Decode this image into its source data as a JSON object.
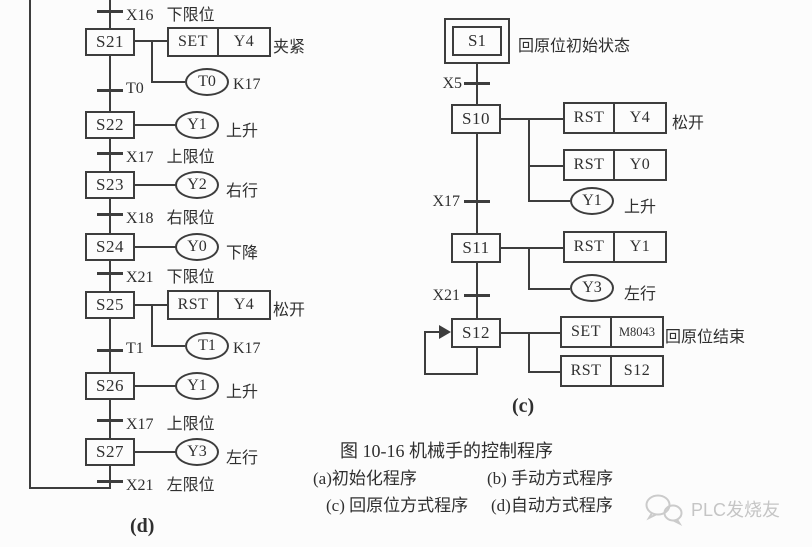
{
  "diagram_d": {
    "sublabel": "(d)",
    "transitions": [
      {
        "name": "X16",
        "desc": "下限位"
      },
      {
        "name": "T0",
        "desc": ""
      },
      {
        "name": "X17",
        "desc": "上限位"
      },
      {
        "name": "X18",
        "desc": "右限位"
      },
      {
        "name": "X21",
        "desc": "下限位"
      },
      {
        "name": "T1",
        "desc": ""
      },
      {
        "name": "X17",
        "desc": "上限位"
      },
      {
        "name": "X21",
        "desc": "左限位"
      }
    ],
    "steps": [
      {
        "id": "S21"
      },
      {
        "id": "S22"
      },
      {
        "id": "S23"
      },
      {
        "id": "S24"
      },
      {
        "id": "S25"
      },
      {
        "id": "S26"
      },
      {
        "id": "S27"
      }
    ],
    "actions": {
      "set_y4": {
        "op": "SET",
        "arg": "Y4",
        "desc": "夹紧"
      },
      "timer_t0": {
        "id": "T0",
        "k": "K17"
      },
      "coil_y1a": {
        "id": "Y1",
        "desc": "上升"
      },
      "coil_y2": {
        "id": "Y2",
        "desc": "右行"
      },
      "coil_y0": {
        "id": "Y0",
        "desc": "下降"
      },
      "rst_y4": {
        "op": "RST",
        "arg": "Y4",
        "desc": "松开"
      },
      "timer_t1": {
        "id": "T1",
        "k": "K17"
      },
      "coil_y1b": {
        "id": "Y1",
        "desc": "上升"
      },
      "coil_y3": {
        "id": "Y3",
        "desc": "左行"
      }
    }
  },
  "diagram_c": {
    "sublabel": "(c)",
    "initial_step": {
      "id": "S1",
      "desc": "回原位初始状态"
    },
    "transitions": [
      {
        "name": "X5"
      },
      {
        "name": "X17"
      },
      {
        "name": "X21"
      }
    ],
    "steps": [
      {
        "id": "S10"
      },
      {
        "id": "S11"
      },
      {
        "id": "S12"
      }
    ],
    "actions": {
      "rst_y4": {
        "op": "RST",
        "arg": "Y4",
        "desc": "松开"
      },
      "rst_y0": {
        "op": "RST",
        "arg": "Y0"
      },
      "coil_y1": {
        "id": "Y1",
        "desc": "上升"
      },
      "rst_y1": {
        "op": "RST",
        "arg": "Y1"
      },
      "coil_y3": {
        "id": "Y3",
        "desc": "左行"
      },
      "set_m8043": {
        "op": "SET",
        "arg": "M8043",
        "desc": "回原位结束"
      },
      "rst_s12": {
        "op": "RST",
        "arg": "S12"
      }
    }
  },
  "caption": {
    "title": "图 10-16  机械手的控制程序",
    "item_a": "(a)初始化程序",
    "item_b": "(b) 手动方式程序",
    "item_c": "(c) 回原位方式程序",
    "item_d": "(d)自动方式程序"
  },
  "watermark": {
    "text": "PLC发烧友"
  },
  "colors": {
    "line": "#3d3d3d",
    "watermark": "#c5c5c5"
  }
}
